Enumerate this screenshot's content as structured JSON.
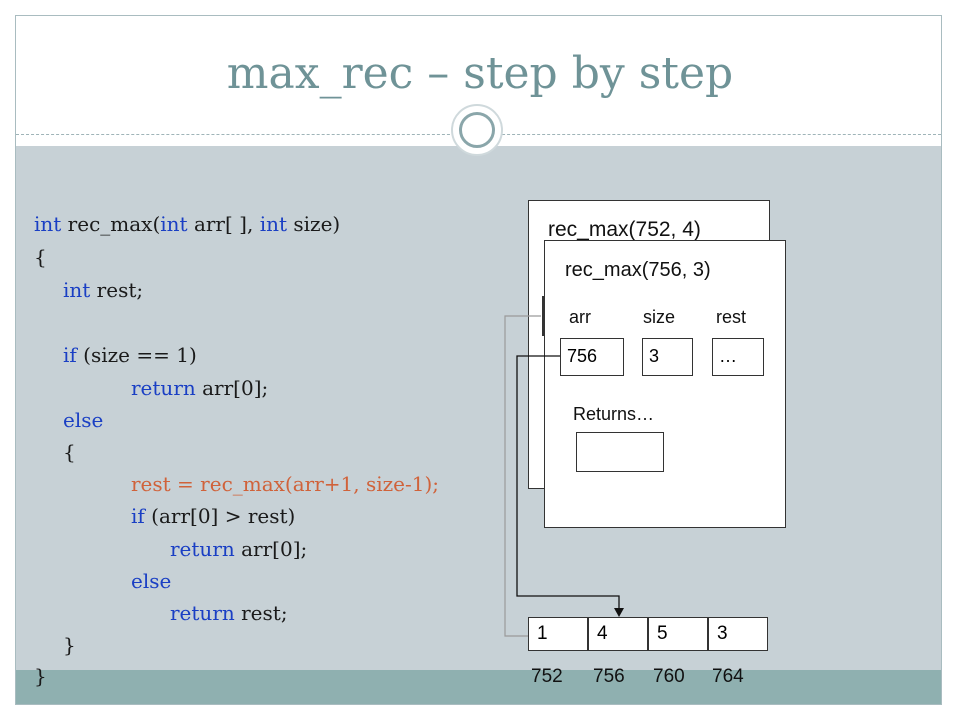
{
  "slide": {
    "title": "max_rec – step by step"
  },
  "code": {
    "line1": {
      "kw1": "int",
      "t1": " rec_max(",
      "kw2": "int",
      "t2": " arr[ ], ",
      "kw3": "int",
      "t3": " size)"
    },
    "line2": "{",
    "line3": {
      "kw": "int",
      "t": " rest;"
    },
    "line4": {
      "kw": "if",
      "t": " (size == 1)"
    },
    "line5": {
      "kw": "return",
      "t": " arr[0];"
    },
    "line6": {
      "kw": "else"
    },
    "line7": "{",
    "line8": "rest = rec_max(arr+1, size-1);",
    "line9": {
      "kw": "if",
      "t": " (arr[0] > rest)"
    },
    "line10": {
      "kw": "return",
      "t": " arr[0];"
    },
    "line11": {
      "kw": "else"
    },
    "line12": {
      "kw": "return",
      "t": " rest;"
    },
    "line13": "}",
    "line14": "}"
  },
  "outer_frame": {
    "label": "rec_max(752, 4)"
  },
  "inner_frame": {
    "label": "rec_max(756, 3)",
    "headers": [
      "arr",
      "size",
      "rest"
    ],
    "values": [
      "756",
      "3",
      "…"
    ],
    "returns_label": "Returns…"
  },
  "array": {
    "values": [
      "1",
      "4",
      "5",
      "3"
    ],
    "addresses": [
      "752",
      "756",
      "760",
      "764"
    ]
  }
}
